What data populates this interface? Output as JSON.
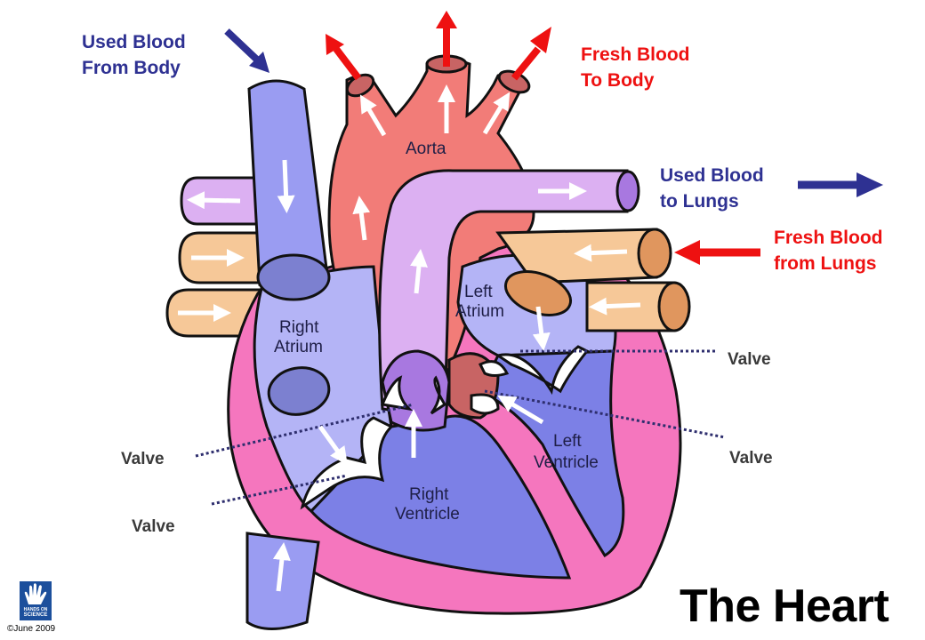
{
  "title": "The Heart",
  "copyright": "©June 2009",
  "logo": {
    "text_line1": "HANDS ON",
    "text_line2": "SCIENCE",
    "icon": "hand-icon"
  },
  "labels": {
    "used_from_body": [
      "Used Blood",
      "From Body"
    ],
    "fresh_to_body": [
      "Fresh Blood",
      "To Body"
    ],
    "used_to_lungs": [
      "Used Blood",
      "to Lungs"
    ],
    "fresh_from_lungs": [
      "Fresh Blood",
      "from Lungs"
    ]
  },
  "parts": {
    "aorta": "Aorta",
    "right_atrium": [
      "Right",
      "Atrium"
    ],
    "left_atrium": [
      "Left",
      "Atrium"
    ],
    "right_ventricle": [
      "Right",
      "Ventricle"
    ],
    "left_ventricle": [
      "Left",
      "Ventricle"
    ]
  },
  "valves": [
    "Valve",
    "Valve",
    "Valve",
    "Valve"
  ],
  "colors": {
    "used_blood": "#2e3192",
    "fresh_blood": "#ee1111",
    "vena_cava": "#9a9cf2",
    "aorta": "#f27c78",
    "pulmonary_artery": "#dcb0f2",
    "pulmonary_veins": "#f6c898",
    "heart_wall": "#f576be",
    "atrium": "#b4b4f6",
    "ventricle": "#7c80e6"
  }
}
